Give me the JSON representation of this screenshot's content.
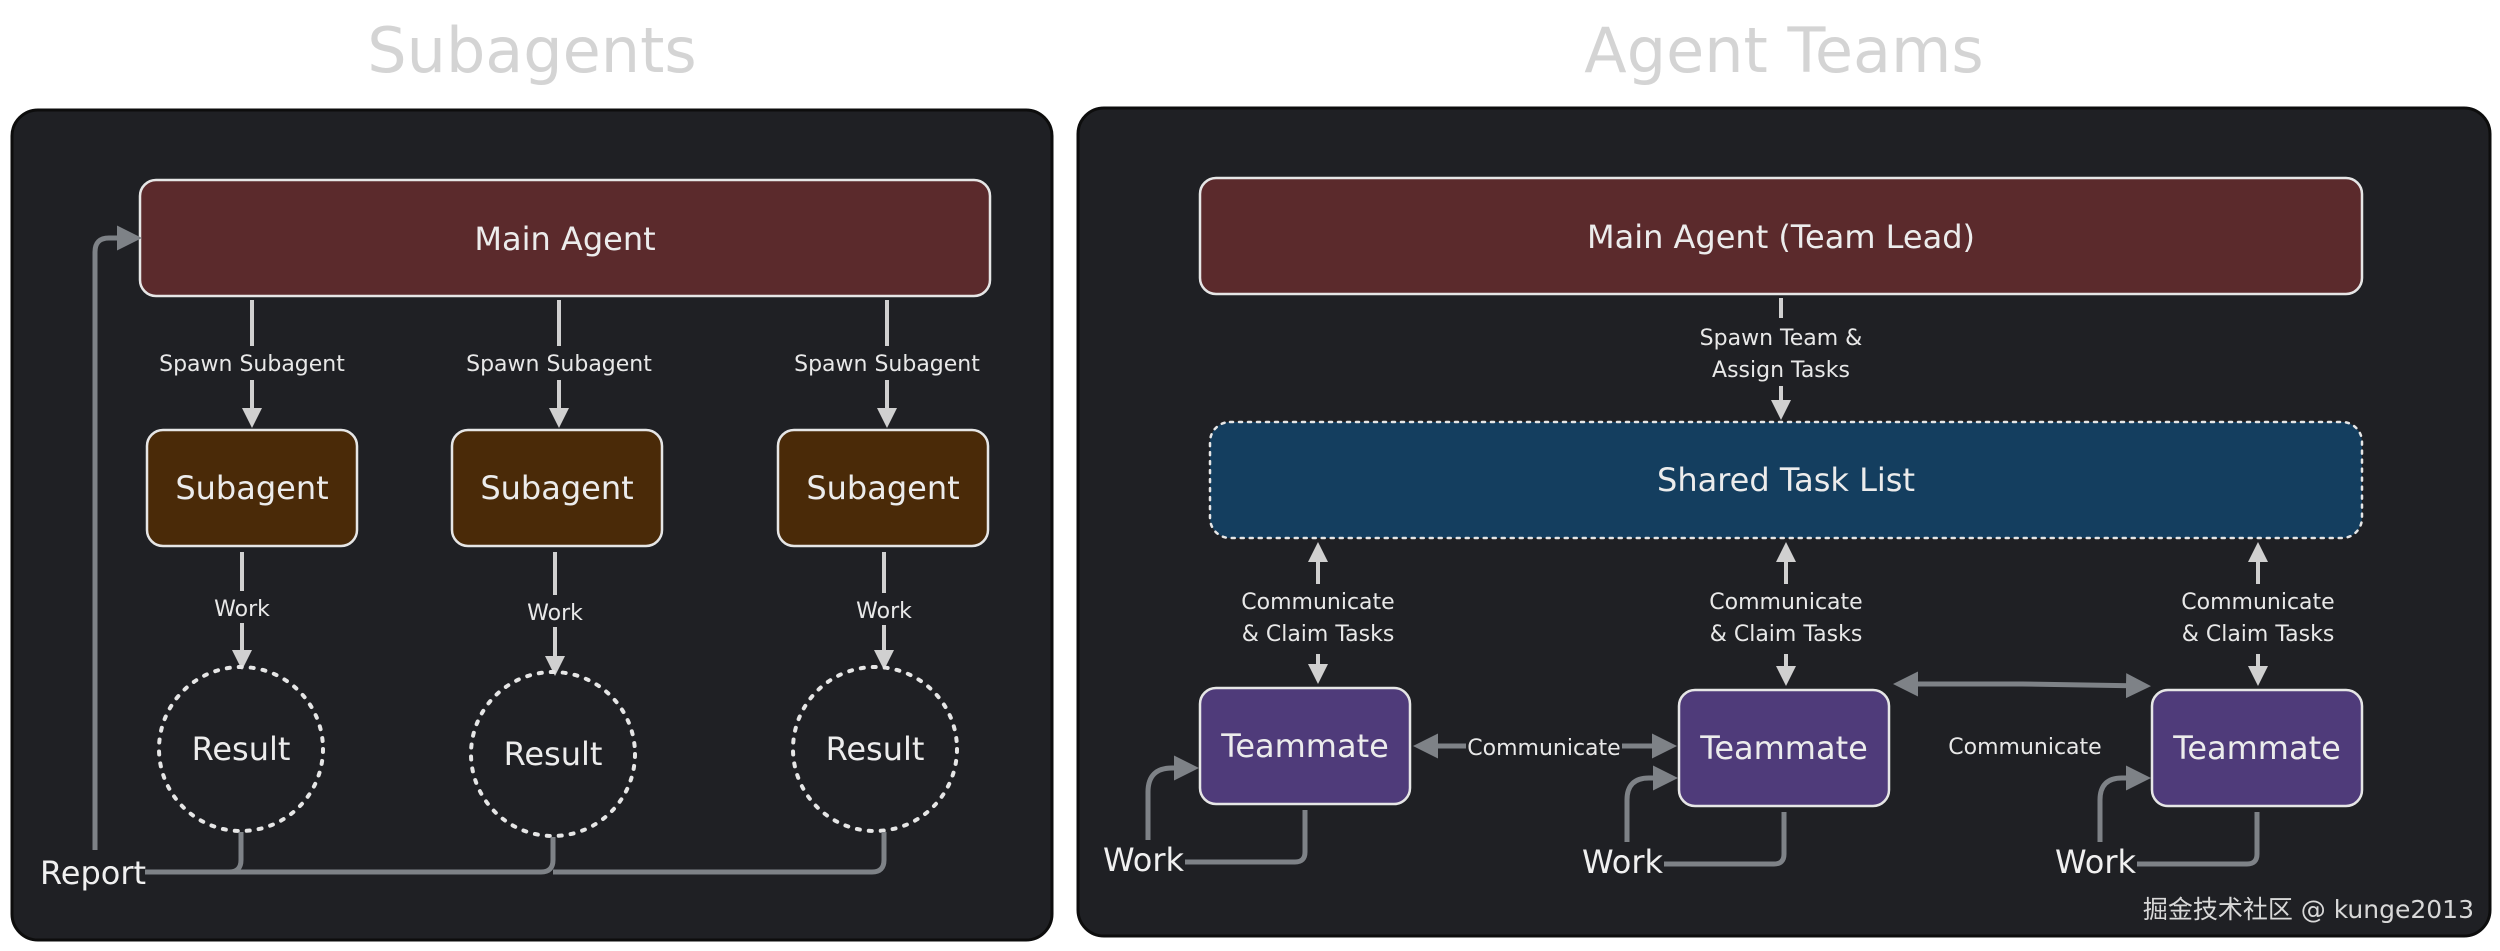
{
  "titles": {
    "left": "Subagents",
    "right": "Agent Teams"
  },
  "subagents": {
    "main": "Main Agent",
    "spawn": "Spawn Subagent",
    "node": "Subagent",
    "work": "Work",
    "result": "Result",
    "report": "Report"
  },
  "teams": {
    "lead": "Main Agent (Team Lead)",
    "spawn_line1": "Spawn Team &",
    "spawn_line2": "Assign Tasks",
    "task_list": "Shared Task List",
    "comm_line1": "Communicate",
    "comm_line2": "& Claim Tasks",
    "teammate": "Teammate",
    "communicate": "Communicate",
    "work": "Work"
  },
  "watermark": "掘金技术社区 @ kunge2013",
  "colors": {
    "panel": "#1f2024",
    "main_agent": "#5b2a2c",
    "subagent": "#4a2a08",
    "teammate": "#4f3b7a",
    "task_list": "#143e5f",
    "arrow": "#d0d0d0",
    "connector": "#7e8287"
  }
}
